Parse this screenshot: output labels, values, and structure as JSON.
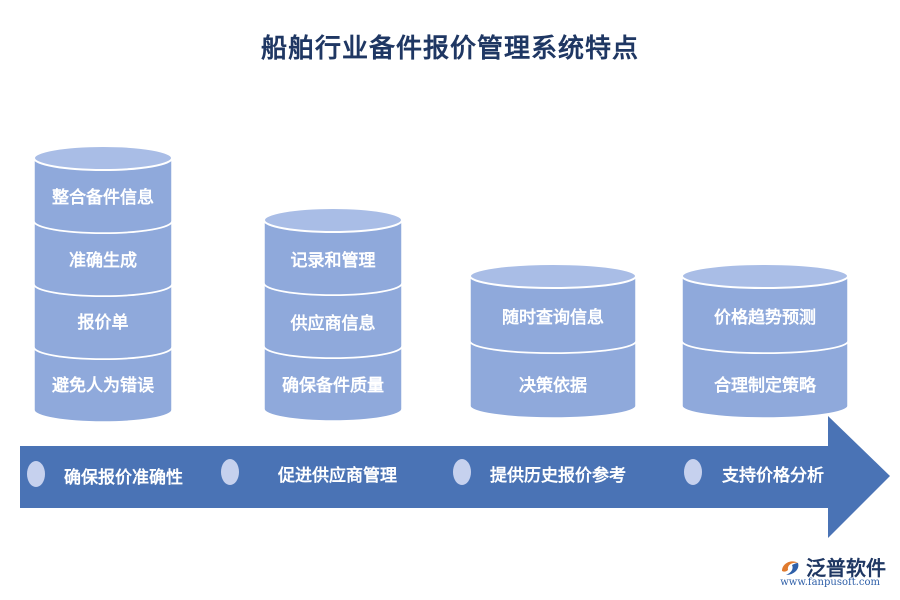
{
  "title": "船舶行业备件报价管理系统特点",
  "columns": [
    {
      "segments": [
        "整合备件信息",
        "准确生成",
        "报价单",
        "避免人为错误"
      ]
    },
    {
      "segments": [
        "记录和管理",
        "供应商信息",
        "确保备件质量"
      ]
    },
    {
      "segments": [
        "随时查询信息",
        "决策依据"
      ]
    },
    {
      "segments": [
        "价格趋势预测",
        "合理制定策略"
      ]
    }
  ],
  "arrow_items": [
    "确保报价准确性",
    "促进供应商管理",
    "提供历史报价参考",
    "支持价格分析"
  ],
  "brand": {
    "name": "泛普软件",
    "url": "www.fanpusoft.com"
  },
  "colors": {
    "cylinder": "#8fa9db",
    "cylinder_top": "#a9bde6",
    "arrow": "#4a73b5",
    "title": "#1f3763"
  }
}
